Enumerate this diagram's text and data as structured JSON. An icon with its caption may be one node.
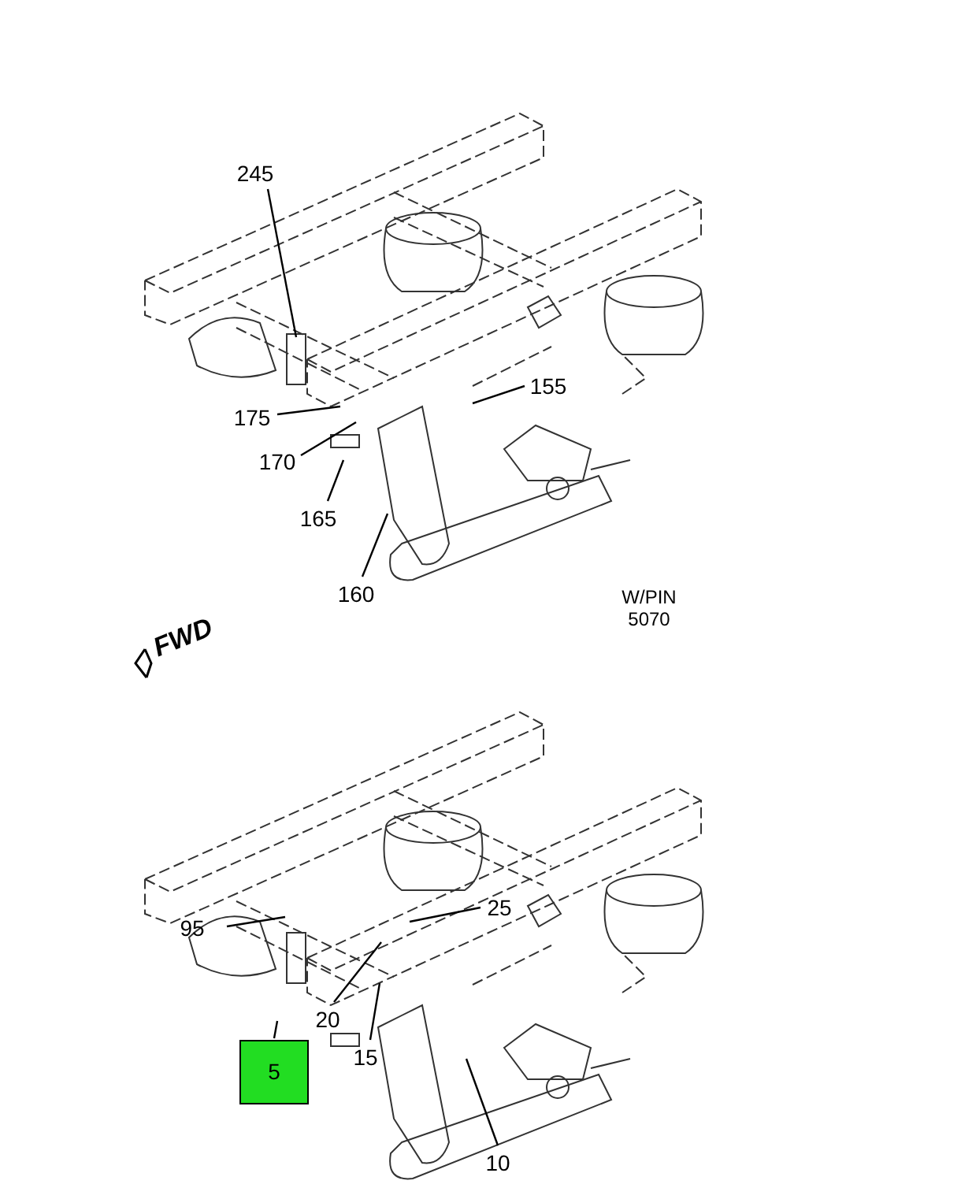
{
  "diagram": {
    "nodes": [
      {
        "text": [
          "245"
        ]
      },
      {
        "text": [
          "155"
        ]
      },
      {
        "text": [
          "175"
        ]
      },
      {
        "text": [
          "170"
        ]
      },
      {
        "text": [
          "165"
        ]
      },
      {
        "text": [
          "160"
        ]
      },
      {
        "text": [
          "95"
        ]
      },
      {
        "text": [
          "25"
        ]
      },
      {
        "text": [
          "20"
        ]
      },
      {
        "text": [
          "15"
        ]
      },
      {
        "text": [
          "5"
        ]
      },
      {
        "text": [
          "10"
        ]
      }
    ],
    "edges": [
      {
        "from": 0,
        "to": null,
        "arrow": "none"
      },
      {
        "from": 1,
        "to": null,
        "arrow": "none"
      },
      {
        "from": 2,
        "to": null,
        "arrow": "none"
      },
      {
        "from": 3,
        "to": null,
        "arrow": "none"
      },
      {
        "from": 4,
        "to": null,
        "arrow": "none"
      },
      {
        "from": 5,
        "to": null,
        "arrow": "none"
      },
      {
        "from": 6,
        "to": null,
        "arrow": "none"
      },
      {
        "from": 7,
        "to": null,
        "arrow": "none"
      },
      {
        "from": 8,
        "to": null,
        "arrow": "none"
      },
      {
        "from": 9,
        "to": null,
        "arrow": "none"
      },
      {
        "from": 10,
        "to": null,
        "arrow": "none"
      },
      {
        "from": 11,
        "to": null,
        "arrow": "none"
      }
    ],
    "labels": [
      "FWD",
      "W/PIN 5070"
    ]
  }
}
